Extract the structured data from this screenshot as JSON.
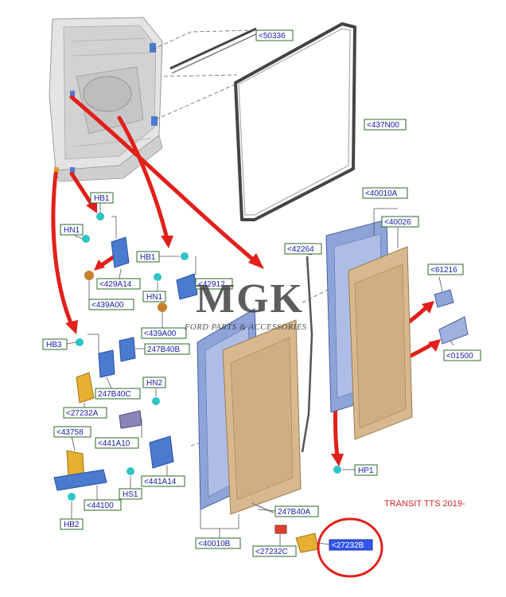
{
  "watermark": {
    "logo_text": "MGK",
    "subtitle": "FORD PARTS & ACCESSORIES"
  },
  "caption": "TRANSIT TTS 2019-",
  "callouts": [
    {
      "id": "c50336",
      "text": "<50336"
    },
    {
      "id": "c437N00",
      "text": "<437N00"
    },
    {
      "id": "c40010A",
      "text": "<40010A"
    },
    {
      "id": "c40026",
      "text": "<40026"
    },
    {
      "id": "c42264",
      "text": "<42264"
    },
    {
      "id": "c61216",
      "text": "<61216"
    },
    {
      "id": "c01500",
      "text": "<01500"
    },
    {
      "id": "cHB1a",
      "text": "HB1"
    },
    {
      "id": "cHN1a",
      "text": "HN1"
    },
    {
      "id": "c429A14",
      "text": "<429A14"
    },
    {
      "id": "c439A00a",
      "text": "<439A00"
    },
    {
      "id": "cHB1b",
      "text": "HB1"
    },
    {
      "id": "c42912",
      "text": "<42912"
    },
    {
      "id": "cHN1b",
      "text": "HN1"
    },
    {
      "id": "c439A00b",
      "text": "<439A00"
    },
    {
      "id": "cHB3",
      "text": "HB3"
    },
    {
      "id": "c247B40B",
      "text": "247B40B"
    },
    {
      "id": "c247B40C",
      "text": "247B40C"
    },
    {
      "id": "c27232A",
      "text": "<27232A"
    },
    {
      "id": "cHN2",
      "text": "HN2"
    },
    {
      "id": "c43758",
      "text": "<43758"
    },
    {
      "id": "c441A10",
      "text": "<441A10"
    },
    {
      "id": "c441A14",
      "text": "<441A14"
    },
    {
      "id": "cHS1",
      "text": "HS1"
    },
    {
      "id": "c44100",
      "text": "<44100"
    },
    {
      "id": "cHB2",
      "text": "HB2"
    },
    {
      "id": "cHP1",
      "text": "HP1"
    },
    {
      "id": "c247B40A",
      "text": "247B40A"
    },
    {
      "id": "c40010B",
      "text": "<40010B"
    },
    {
      "id": "c27232C",
      "text": "<27232C"
    },
    {
      "id": "c27232B",
      "text": "<27232B"
    }
  ],
  "colors": {
    "arrow": "#e21f1a",
    "label_text": "#1a1aa8",
    "label_border": "#2a6a2a",
    "inner_door": "#d8b98f",
    "outer_frame": "#8ea4d8",
    "highlight_circle": "#e21f1a"
  }
}
